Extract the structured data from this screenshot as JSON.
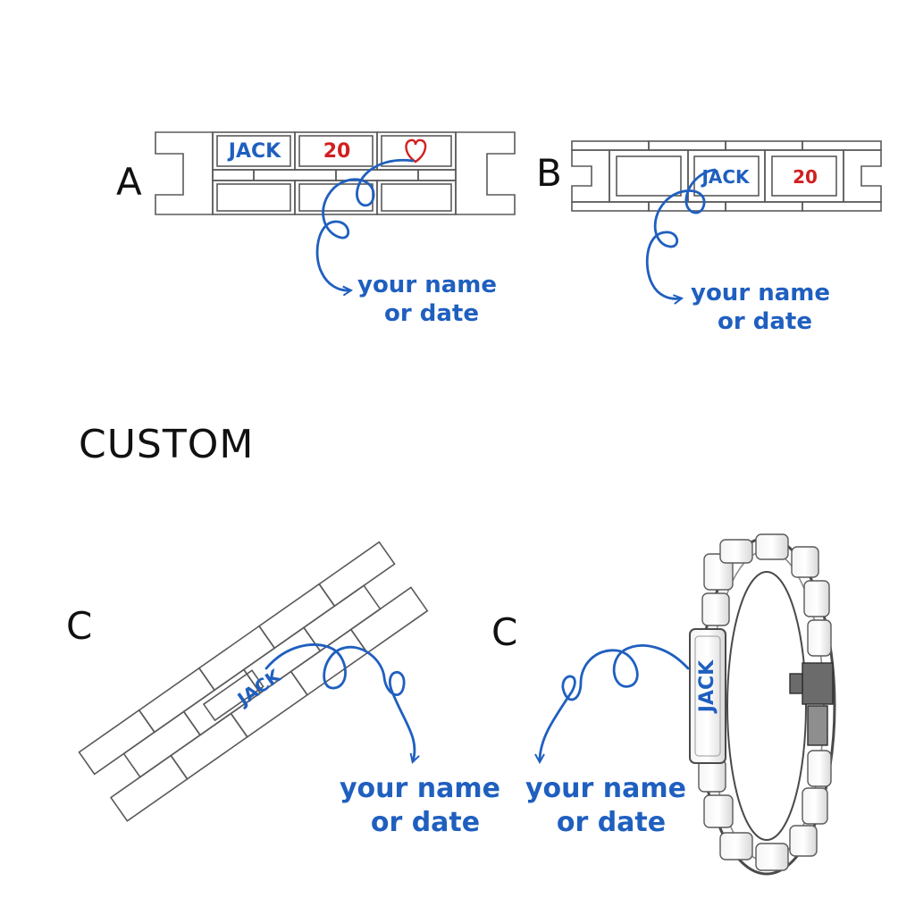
{
  "heading": "CUSTOM",
  "colors": {
    "accent": "#1f5fbf",
    "number": "#d21f1f",
    "heart": "#d21f1f",
    "outline": "#5a5a5a"
  },
  "panels": [
    {
      "letter": "A",
      "name": "JACK",
      "number": "20",
      "icon": "heart-icon",
      "caption_line1": "your name",
      "caption_line2": "or date"
    },
    {
      "letter": "B",
      "name": "JACK",
      "number": "20",
      "caption_line1": "your name",
      "caption_line2": "or date"
    },
    {
      "letter": "C",
      "name": "JACK",
      "caption_line1": "your name",
      "caption_line2": "or date"
    },
    {
      "letter": "C",
      "name": "JACK",
      "caption_line1": "your name",
      "caption_line2": "or date"
    }
  ]
}
